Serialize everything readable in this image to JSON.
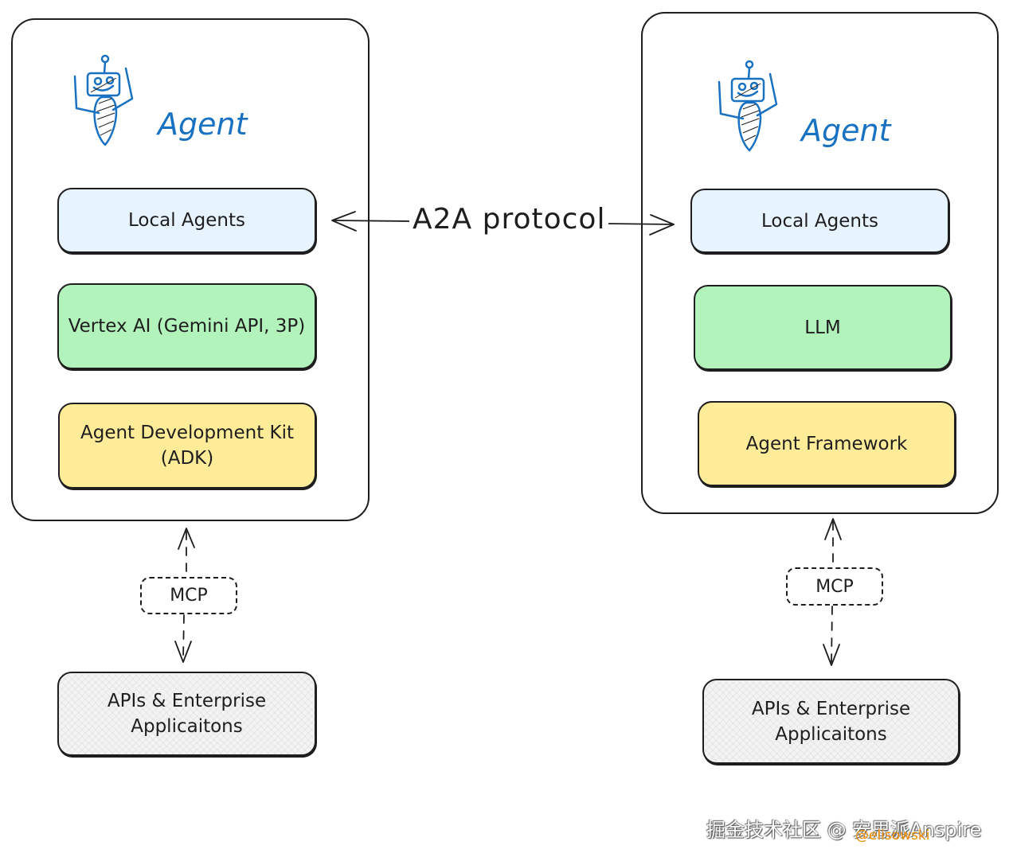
{
  "diagram": {
    "connector": {
      "label": "A2A protocol",
      "direction": "bidirectional",
      "style": "solid"
    },
    "left_agent": {
      "title": "Agent",
      "icon": "robot-icon",
      "layers": [
        {
          "label": "Local Agents",
          "color": "#e7f3fe"
        },
        {
          "label": "Vertex AI (Gemini API, 3P)",
          "color": "#b2f2bb"
        },
        {
          "label": "Agent Development Kit (ADK)",
          "color": "#ffec99"
        }
      ],
      "protocol": {
        "label": "MCP",
        "style": "dashed",
        "direction": "bidirectional"
      },
      "backend": {
        "label": "APIs & Enterprise Applicaitons",
        "color": "#f3f3f4"
      }
    },
    "right_agent": {
      "title": "Agent",
      "icon": "robot-icon",
      "layers": [
        {
          "label": "Local Agents",
          "color": "#e7f3fe"
        },
        {
          "label": "LLM",
          "color": "#b2f2bb"
        },
        {
          "label": "Agent Framework",
          "color": "#ffec99"
        }
      ],
      "protocol": {
        "label": "MCP",
        "style": "dashed",
        "direction": "bidirectional"
      },
      "backend": {
        "label": "APIs & Enterprise Applicaitons",
        "color": "#f3f3f4"
      }
    },
    "accent_color": "#1971c2"
  },
  "watermark": {
    "text": "掘金技术社区 @ 安思派Anspire",
    "credit": "@elisowski"
  }
}
